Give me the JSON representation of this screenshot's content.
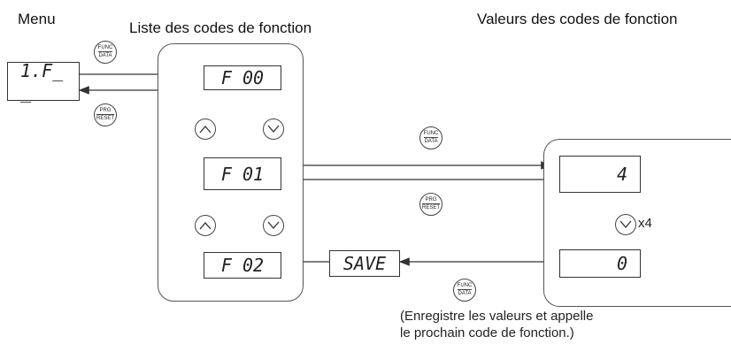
{
  "headings": {
    "menu": "Menu",
    "function_code_list": "Liste des codes de fonction",
    "function_code_values": "Valeurs des codes de fonction"
  },
  "displays": {
    "menu": "1.F_ _",
    "f00": "F 00",
    "f01": "F 01",
    "f02": "F 02",
    "save": "SAVE",
    "value_before": "4",
    "value_after": "0"
  },
  "keys": {
    "func_data": {
      "top": "FUNC",
      "bottom": "DATA"
    },
    "prg_reset": {
      "top": "PRG",
      "bottom": "RESET"
    }
  },
  "repeat_label": "x4",
  "note": {
    "line1": "(Enregistre les valeurs et appelle",
    "line2": "le prochain code de fonction.)"
  }
}
